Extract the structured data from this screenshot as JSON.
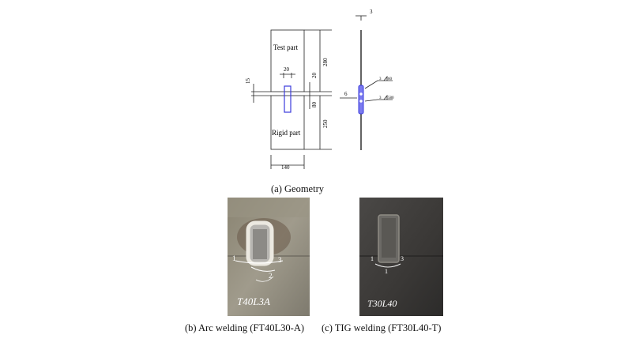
{
  "geometry": {
    "labels": {
      "test_part": "Test part",
      "rigid_part": "Rigid part",
      "dim_280": "280",
      "dim_20_top": "20",
      "dim_20_right": "20",
      "dim_80": "80",
      "dim_250": "250",
      "dim_140": "140",
      "dim_15": "15",
      "dim_3": "3",
      "dim_6": "6",
      "weld_1_size": "3",
      "weld_1_len": "60",
      "weld_2_size": "3",
      "weld_2_len": "580"
    },
    "caption": "(a)  Geometry"
  },
  "photos": {
    "arc": {
      "marking": "T40L3A",
      "annotations": [
        "1",
        "3",
        "2"
      ],
      "caption": "(b)  Arc  welding  (FT40L30-A)"
    },
    "tig": {
      "marking": "T30L40",
      "annotations": [
        "1",
        "3",
        "1"
      ],
      "caption": "(c)  TIG  welding  (FT30L40-T)"
    }
  },
  "colors": {
    "weld_blue": "#3b3bdc",
    "weld_fill": "#7b7bf0"
  }
}
